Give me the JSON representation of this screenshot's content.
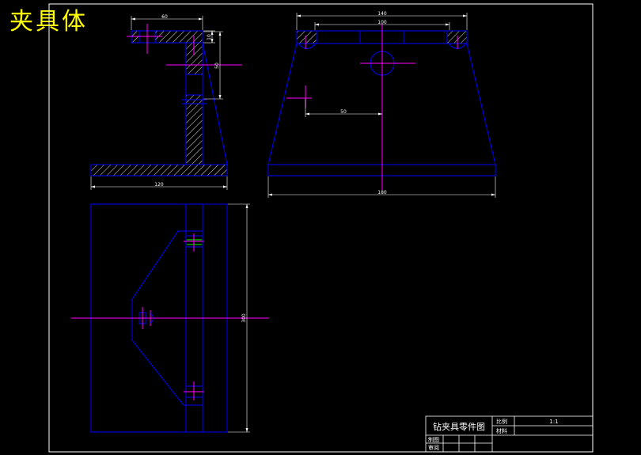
{
  "drawing": {
    "title": "夹具体",
    "dimensions": {
      "top_width": "60",
      "top_thickness": "10",
      "side_height": "50",
      "base_length": "120",
      "front_top": "140",
      "front_top_inner": "100",
      "hole_offset": "50",
      "front_base": "180",
      "plan_height": "300"
    },
    "title_block": {
      "drawing_name": "钻夹具零件图",
      "scale_label": "比例",
      "scale_value": "1:1",
      "material_label": "材料",
      "drawn_by_label": "制图",
      "reviewed_by_label": "审阅"
    },
    "colors": {
      "background": "#000000",
      "outline": "#0000ff",
      "centerline": "#ff00ff",
      "dimension": "#ffffff",
      "hatch": "#ffffff",
      "title": "#ffff00",
      "thread": "#00ff00"
    }
  }
}
